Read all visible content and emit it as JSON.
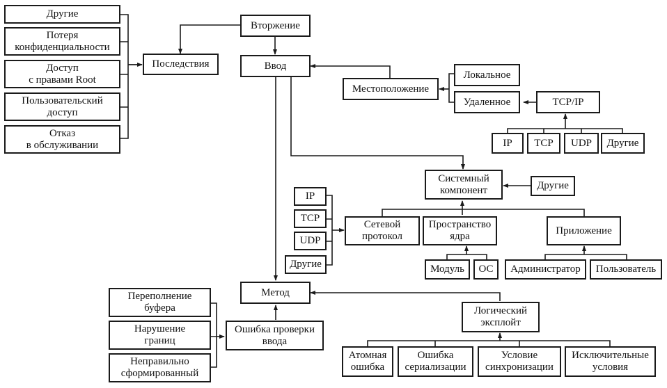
{
  "title": "Таксономия атак",
  "nodes": {
    "vtorzhenie": "Вторжение",
    "vvod": "Ввод",
    "posledstviya": "Последствия",
    "cons_drugie": "Другие",
    "cons_poterya": "Потеря\nконфиденциальности",
    "cons_root": "Доступ\nс правами Root",
    "cons_user": "Пользовательский\nдоступ",
    "cons_dos": "Отказ\nв обслуживании",
    "mestopolozhenie": "Местоположение",
    "lokalnoe": "Локальное",
    "udalennoe": "Удаленное",
    "tcpip": "TCP/IP",
    "loc_ip": "IP",
    "loc_tcp": "TCP",
    "loc_udp": "UDP",
    "loc_drugie": "Другие",
    "sys_komponent": "Системный\nкомпонент",
    "sys_drugie": "Другие",
    "setevoy": "Сетевой\nпротокол",
    "prostranstvo": "Пространство\nядра",
    "prilozhenie": "Приложение",
    "net_ip": "IP",
    "net_tcp": "TCP",
    "net_udp": "UDP",
    "net_drugie": "Другие",
    "modul": "Модуль",
    "os": "ОС",
    "admin": "Администратор",
    "polzovatel": "Пользователь",
    "metod": "Метод",
    "oshibka_vvoda": "Ошибка проверки\nввода",
    "perepolnenie": "Переполнение\nбуфера",
    "narushenie": "Нарушение\nграниц",
    "nepravilno": "Неправильно\nсформированный",
    "logicheskiy": "Логический\nэксплойт",
    "atomnaya": "Атомная\nошибка",
    "serializ": "Ошибка\nсериализации",
    "sinhron": "Условие\nсинхронизации",
    "isklyuch": "Исключительные\nусловия"
  }
}
